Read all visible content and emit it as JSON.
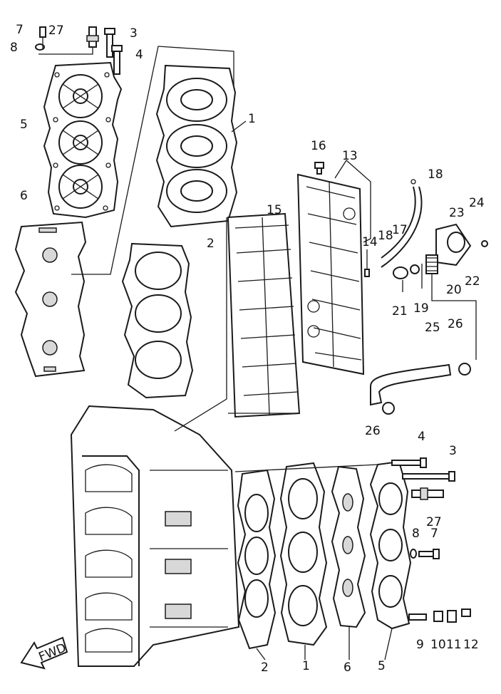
{
  "diagram": {
    "callouts": {
      "c1_top": "1",
      "c2_top": "2",
      "c3_top": "3",
      "c4_top": "4",
      "c5_top": "5",
      "c6": "6",
      "c7_top": "7",
      "c8_top": "8",
      "c27_top": "27",
      "c13": "13",
      "c14": "14",
      "c15": "15",
      "c16": "16",
      "c17": "17",
      "c18_top": "18",
      "c18_mid": "18",
      "c19": "19",
      "c20": "20",
      "c21": "21",
      "c22": "22",
      "c23": "23",
      "c24": "24",
      "c25": "25",
      "c26_right": "26",
      "c26_left": "26",
      "c4_bot": "4",
      "c3_bot": "3",
      "c27_bot": "27",
      "c8_bot": "8",
      "c7_bot": "7",
      "c9": "9",
      "c10": "10",
      "c11": "11",
      "c12": "12",
      "c2_bot": "2",
      "c1_bot": "1",
      "c6_bot": "6",
      "c5_bot": "5"
    },
    "fwd_label": "FWD"
  }
}
